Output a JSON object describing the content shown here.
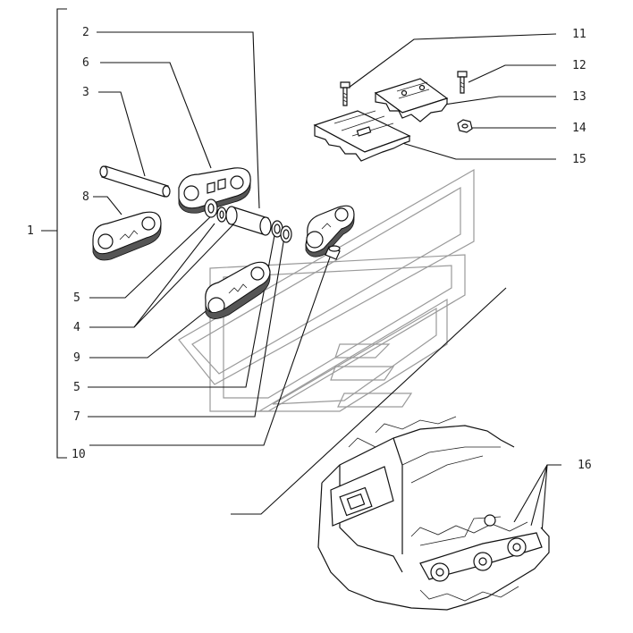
{
  "diagram": {
    "callouts": [
      {
        "id": "1",
        "text": "1"
      },
      {
        "id": "2",
        "text": "2"
      },
      {
        "id": "6",
        "text": "6"
      },
      {
        "id": "3",
        "text": "3"
      },
      {
        "id": "8",
        "text": "8"
      },
      {
        "id": "5a",
        "text": "5"
      },
      {
        "id": "4",
        "text": "4"
      },
      {
        "id": "9",
        "text": "9"
      },
      {
        "id": "5b",
        "text": "5"
      },
      {
        "id": "7",
        "text": "7"
      },
      {
        "id": "10",
        "text": "10"
      },
      {
        "id": "11",
        "text": "11"
      },
      {
        "id": "12",
        "text": "12"
      },
      {
        "id": "13",
        "text": "13"
      },
      {
        "id": "14",
        "text": "14"
      },
      {
        "id": "15",
        "text": "15"
      },
      {
        "id": "16",
        "text": "16"
      }
    ],
    "parts": [
      "track-pin",
      "outer-link-8",
      "outer-link-6",
      "inner-link-9",
      "inner-link-right",
      "bushing",
      "seal-ring-5",
      "seal-ring-4",
      "seal-ring-7",
      "lock-pin-10",
      "bolt-11",
      "bolt-12",
      "track-shoe-13",
      "nut-14",
      "track-shoe-15",
      "track-assembly-16"
    ],
    "colors": {
      "line": "#111111",
      "watermark": "#9a9a9a",
      "background": "#ffffff"
    }
  }
}
